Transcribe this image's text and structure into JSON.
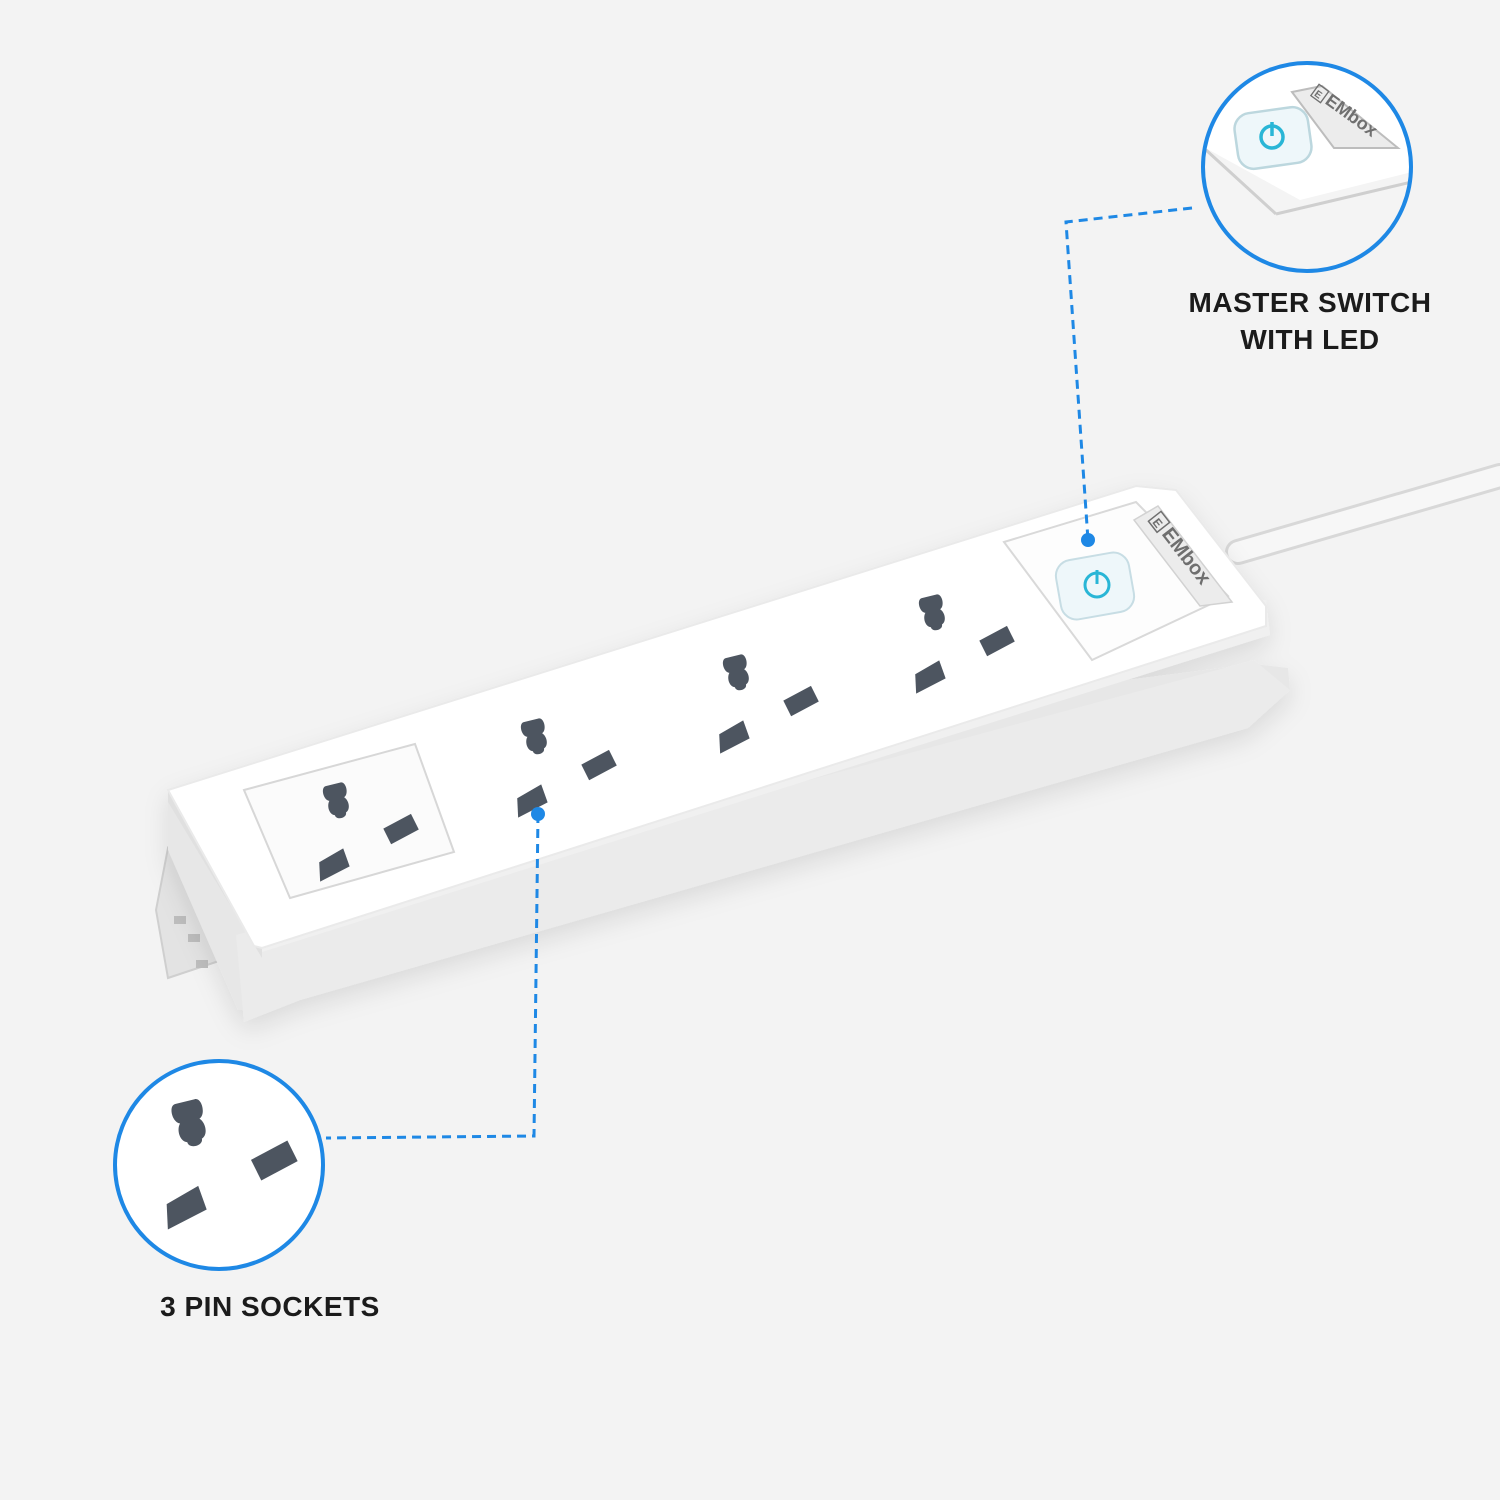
{
  "brand": {
    "name": "EMbox",
    "logo_mark": "E"
  },
  "callouts": {
    "master_switch": {
      "line1": "MASTER SWITCH",
      "line2": "WITH LED"
    },
    "sockets": {
      "label": "3 PIN SOCKETS"
    }
  },
  "product": {
    "socket_count": 4,
    "switch_count": 1
  },
  "colors": {
    "background": "#f3f3f3",
    "accent_blue": "#1e88e5",
    "led_cyan": "#29b6d6",
    "socket_hole": "#4d5560",
    "body_white": "#ffffff"
  }
}
